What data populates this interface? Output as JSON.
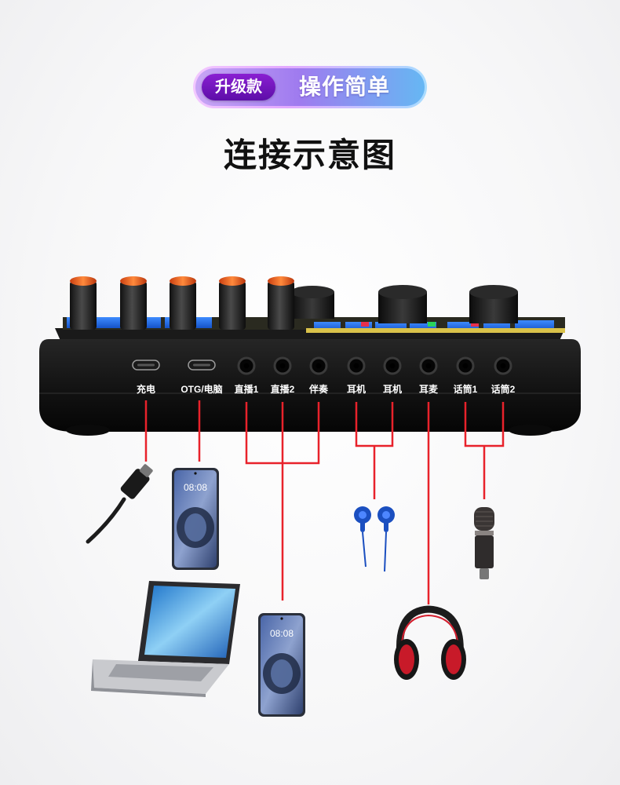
{
  "header": {
    "badge": "升级款",
    "subtitle": "操作简单",
    "title": "连接示意图"
  },
  "ports": [
    {
      "label": "充电",
      "type": "usb-c"
    },
    {
      "label": "OTG/电脑",
      "type": "usb-c"
    },
    {
      "label": "直播1",
      "type": "jack"
    },
    {
      "label": "直播2",
      "type": "jack"
    },
    {
      "label": "伴奏",
      "type": "jack"
    },
    {
      "label": "耳机",
      "type": "jack"
    },
    {
      "label": "耳机",
      "type": "jack"
    },
    {
      "label": "耳麦",
      "type": "jack"
    },
    {
      "label": "话筒1",
      "type": "jack"
    },
    {
      "label": "话筒2",
      "type": "jack"
    }
  ],
  "phone_screen": {
    "time": "08:08"
  },
  "colors": {
    "connector_line": "#e8222b",
    "badge": "#7a15c4",
    "device_body": "#111111"
  },
  "devices": {
    "charger": "usb-c-cable-icon",
    "phone_otg": "smartphone-icon",
    "laptop": "laptop-icon",
    "phone_live": "smartphone-icon",
    "earphones": "in-ear-earphones-icon",
    "headset": "headphones-icon",
    "microphone": "microphone-icon"
  }
}
